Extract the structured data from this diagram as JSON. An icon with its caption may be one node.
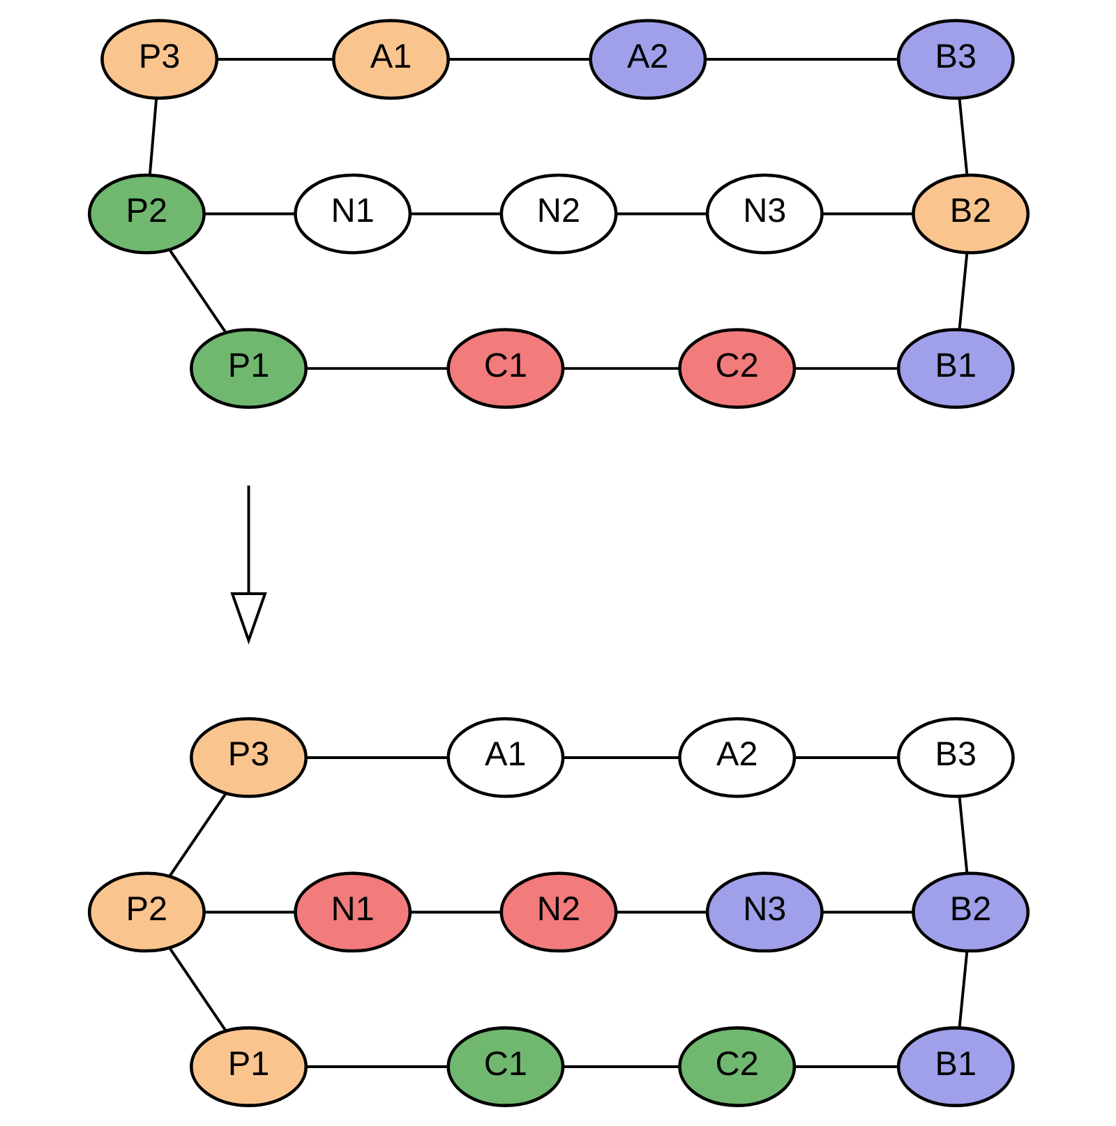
{
  "diagram": {
    "nodes": [
      {
        "text": [
          "P3"
        ]
      },
      {
        "text": [
          "A1"
        ]
      },
      {
        "text": [
          "A2"
        ]
      },
      {
        "text": [
          "B3"
        ]
      },
      {
        "text": [
          "P2"
        ]
      },
      {
        "text": [
          "N1"
        ]
      },
      {
        "text": [
          "N2"
        ]
      },
      {
        "text": [
          "N3"
        ]
      },
      {
        "text": [
          "B2"
        ]
      },
      {
        "text": [
          "P1"
        ]
      },
      {
        "text": [
          "C1"
        ]
      },
      {
        "text": [
          "C2"
        ]
      },
      {
        "text": [
          "B1"
        ]
      },
      {
        "text": [
          "P3"
        ]
      },
      {
        "text": [
          "A1"
        ]
      },
      {
        "text": [
          "A2"
        ]
      },
      {
        "text": [
          "B3"
        ]
      },
      {
        "text": [
          "P2"
        ]
      },
      {
        "text": [
          "N1"
        ]
      },
      {
        "text": [
          "N2"
        ]
      },
      {
        "text": [
          "N3"
        ]
      },
      {
        "text": [
          "B2"
        ]
      },
      {
        "text": [
          "P1"
        ]
      },
      {
        "text": [
          "C1"
        ]
      },
      {
        "text": [
          "C2"
        ]
      },
      {
        "text": [
          "B1"
        ]
      }
    ],
    "edges": [
      {
        "from": 0,
        "to": 1,
        "arrow": "none"
      },
      {
        "from": 1,
        "to": 2,
        "arrow": "none"
      },
      {
        "from": 2,
        "to": 3,
        "arrow": "none"
      },
      {
        "from": 0,
        "to": 4,
        "arrow": "none"
      },
      {
        "from": 3,
        "to": 8,
        "arrow": "none"
      },
      {
        "from": 4,
        "to": 5,
        "arrow": "none"
      },
      {
        "from": 5,
        "to": 6,
        "arrow": "none"
      },
      {
        "from": 6,
        "to": 7,
        "arrow": "none"
      },
      {
        "from": 7,
        "to": 8,
        "arrow": "none"
      },
      {
        "from": 4,
        "to": 9,
        "arrow": "none"
      },
      {
        "from": 8,
        "to": 12,
        "arrow": "none"
      },
      {
        "from": 9,
        "to": 10,
        "arrow": "none"
      },
      {
        "from": 10,
        "to": 11,
        "arrow": "none"
      },
      {
        "from": 11,
        "to": 12,
        "arrow": "none"
      },
      {
        "from": 13,
        "to": 14,
        "arrow": "none"
      },
      {
        "from": 14,
        "to": 15,
        "arrow": "none"
      },
      {
        "from": 15,
        "to": 16,
        "arrow": "none"
      },
      {
        "from": 13,
        "to": 17,
        "arrow": "none"
      },
      {
        "from": 16,
        "to": 21,
        "arrow": "none"
      },
      {
        "from": 17,
        "to": 18,
        "arrow": "none"
      },
      {
        "from": 18,
        "to": 19,
        "arrow": "none"
      },
      {
        "from": 19,
        "to": 20,
        "arrow": "none"
      },
      {
        "from": 20,
        "to": 21,
        "arrow": "none"
      },
      {
        "from": 17,
        "to": 22,
        "arrow": "none"
      },
      {
        "from": 21,
        "to": 25,
        "arrow": "none"
      },
      {
        "from": 22,
        "to": 23,
        "arrow": "none"
      },
      {
        "from": 23,
        "to": 24,
        "arrow": "none"
      },
      {
        "from": 24,
        "to": 25,
        "arrow": "none"
      }
    ]
  }
}
